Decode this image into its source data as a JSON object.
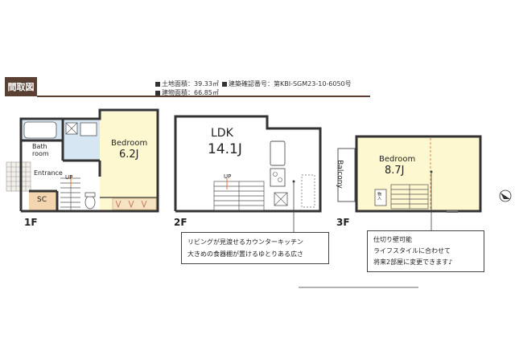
{
  "header": {
    "tag": "間取図",
    "land_area": "土地面積：39.33㎡",
    "permit": "建築確認番号：第KBI-SGM23-10-6050号",
    "building_area": "建物面積：66.85㎡"
  },
  "floors": {
    "f1": {
      "label": "1F",
      "bath": "Bath",
      "bath2": "room",
      "entrance": "Entrance",
      "sc": "SC",
      "up": "UP",
      "bedroom": "Bedroom",
      "bedroom_size": "6.2J"
    },
    "f2": {
      "label": "2F",
      "ldk": "LDK",
      "ldk_size": "14.1J",
      "up": "UP"
    },
    "f3": {
      "label": "3F",
      "bedroom": "Bedroom",
      "bedroom_size": "8.7J",
      "balcony": "Balcony",
      "storage": "物入"
    }
  },
  "callouts": {
    "c1_line1": "リビングが見渡せるカウンターキッチン",
    "c1_line2": "大きめの食器棚が置けるゆとりある広さ",
    "c2_line1": "仕切り壁可能",
    "c2_line2": "ライフスタイルに合わせて",
    "c2_line3": "将来2部屋に変更できます♪"
  },
  "colors": {
    "header_brown": "#5a4032",
    "bedroom_fill": "#fdf8d0",
    "wet_fill": "#d6e6f2",
    "sc_fill": "#f3d6b0",
    "wall": "#333333",
    "stair_accent": "#e07a3a"
  }
}
